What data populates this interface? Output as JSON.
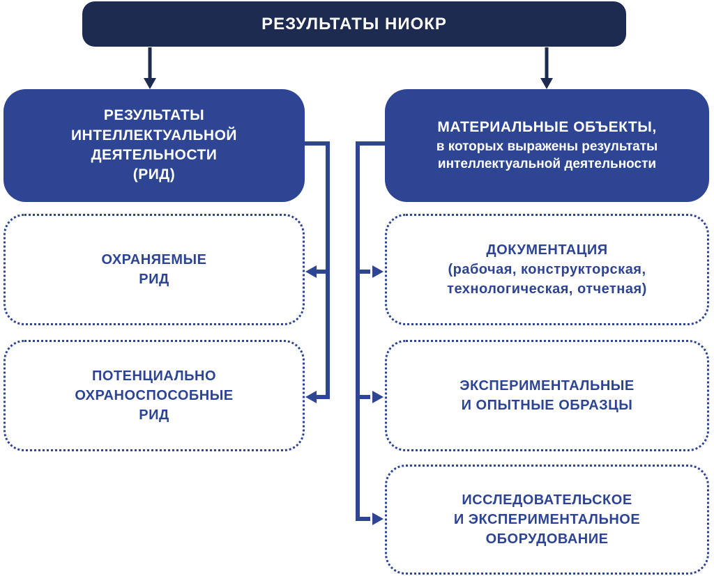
{
  "root": {
    "label": "РЕЗУЛЬТАТЫ НИОКР"
  },
  "left_branch": {
    "header": {
      "lines": [
        "РЕЗУЛЬТАТЫ",
        "ИНТЕЛЛЕКТУАЛЬНОЙ",
        "ДЕЯТЕЛЬНОСТИ",
        "(РИД)"
      ]
    },
    "children": [
      {
        "lines": [
          "ОХРАНЯЕМЫЕ",
          "РИД"
        ]
      },
      {
        "lines": [
          "ПОТЕНЦИАЛЬНО",
          "ОХРАНОСПОСОБНЫЕ",
          "РИД"
        ]
      }
    ]
  },
  "right_branch": {
    "header": {
      "title": "МАТЕРИАЛЬНЫЕ ОБЪЕКТЫ,",
      "subtitle_lines": [
        "в которых выражены результаты",
        "интеллектуальной деятельности"
      ]
    },
    "children": [
      {
        "lines": [
          "ДОКУМЕНТАЦИЯ",
          "(рабочая, конструкторская,",
          "технологическая, отчетная)"
        ]
      },
      {
        "lines": [
          "ЭКСПЕРИМЕНТАЛЬНЫЕ",
          "И ОПЫТНЫЕ ОБРАЗЦЫ"
        ]
      },
      {
        "lines": [
          "ИССЛЕДОВАТЕЛЬСКОЕ",
          "И ЭКСПЕРИМЕНТАЛЬНОЕ",
          "ОБОРУДОВАНИЕ"
        ]
      }
    ]
  },
  "colors": {
    "navy": "#1e2b50",
    "blue": "#2e4593",
    "outline": "#2d4494",
    "text_on_dark": "#ffffff",
    "background": "#ffffff"
  }
}
